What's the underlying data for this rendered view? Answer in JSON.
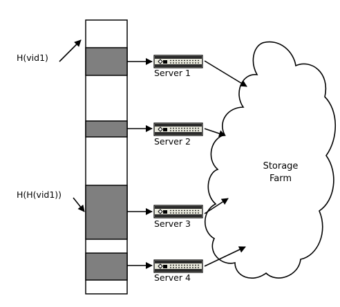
{
  "labels": {
    "hash_vid1": "H(vid1)",
    "hash_hash_vid1": "H(H(vid1))"
  },
  "servers": [
    {
      "label": "Server 1"
    },
    {
      "label": "Server 2"
    },
    {
      "label": "Server 3"
    },
    {
      "label": "Server 4"
    }
  ],
  "storage": {
    "line1": "Storage",
    "line2": "Farm"
  },
  "colors": {
    "segment_fill": "#7f7f7f",
    "server_body": "#d9d9c9",
    "outline": "#000000",
    "background": "#ffffff"
  }
}
